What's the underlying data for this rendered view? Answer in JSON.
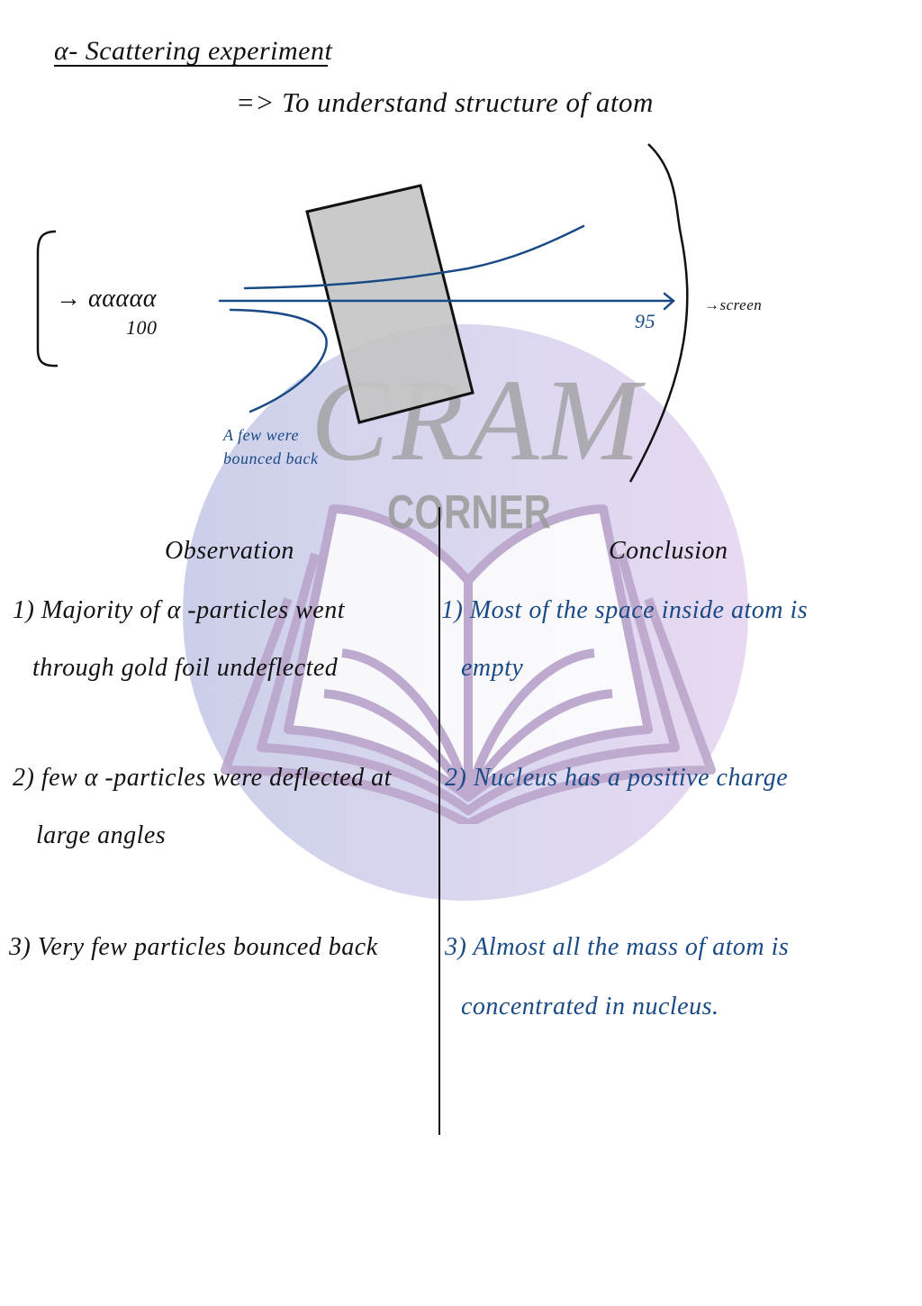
{
  "page": {
    "title": "α- Scattering experiment",
    "subtitle": "=> To understand structure of atom"
  },
  "diagram": {
    "source_label": "→ ααααα",
    "source_count": "100",
    "undeflected_count": "95",
    "screen_label": "→screen",
    "bounced_note_line1": "A few were",
    "bounced_note_line2": "bounced back",
    "foil_color": "#c4c4c4",
    "ray_color": "#1a4a86"
  },
  "watermark": {
    "brand_top": "CRAM",
    "brand_bottom": "CORNER"
  },
  "observation": {
    "heading": "Observation",
    "items": [
      {
        "line1": "1) Majority of α -particles went",
        "line2": "through gold foil undeflected"
      },
      {
        "line1": "2) few α -particles were deflected at",
        "line2": "large angles"
      },
      {
        "line1": "3) Very few particles bounced back",
        "line2": ""
      }
    ]
  },
  "conclusion": {
    "heading": "Conclusion",
    "items": [
      {
        "line1": "1) Most of the space inside atom is",
        "line2": "empty"
      },
      {
        "line1": "2) Nucleus has a positive charge",
        "line2": ""
      },
      {
        "line1": "3) Almost all the mass of atom is",
        "line2": "concentrated in nucleus."
      }
    ]
  },
  "colors": {
    "ink": "#111111",
    "blue_ink": "#1a4a86",
    "watermark_left": "#c9cce8",
    "watermark_right": "#e6d7f1"
  }
}
